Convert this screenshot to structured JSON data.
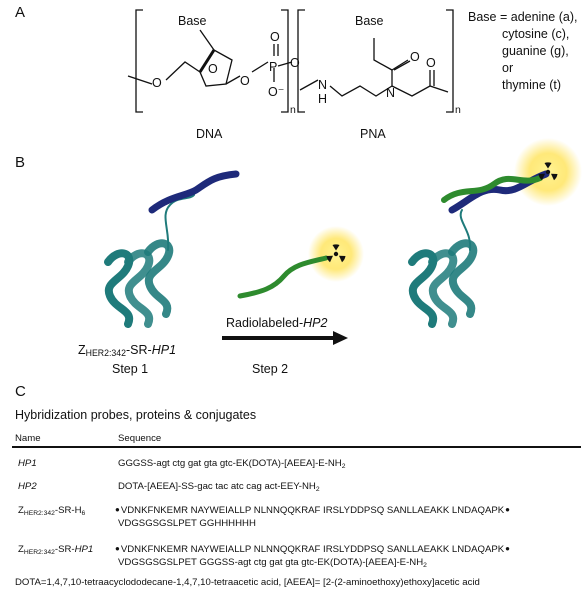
{
  "panels": {
    "a": "A",
    "b": "B",
    "c": "C"
  },
  "panel_a": {
    "dna_label": "DNA",
    "pna_label": "PNA",
    "dna_base": "Base",
    "pna_base": "Base",
    "repeat_n": "n",
    "atoms": {
      "o": "O",
      "p": "P",
      "o_minus": "O⁻",
      "n": "N",
      "h": "H"
    },
    "base_key": {
      "line1": "Base = adenine (a),",
      "line2": "cytosine (c),",
      "line3": "guanine (g),",
      "line4": "or",
      "line5": "thymine (t)"
    }
  },
  "panel_b": {
    "conjugate_main": "Z",
    "conjugate_sub": "HER2:342",
    "conjugate_rest": "-SR-",
    "conjugate_probe": "HP1",
    "radiolabeled_prefix": "Radiolabeled-",
    "radiolabeled_probe": "HP2",
    "step1": "Step 1",
    "step2": "Step 2"
  },
  "panel_c": {
    "title": "Hybridization probes, proteins & conjugates",
    "col_name": "Name",
    "col_sequence": "Sequence",
    "rows": [
      {
        "name": "HP1",
        "seq1": "GGGSS-agt ctg gat gta gtc-EK(DOTA)-[AEEA]-E-NH",
        "seq1_sub": "2"
      },
      {
        "name": "HP2",
        "seq1": "DOTA-[AEEA]-SS-gac tac atc cag act-EEY-NH",
        "seq1_sub": "2"
      },
      {
        "name_main": "Z",
        "name_sub": "HER2:342",
        "name_rest": "-SR-H",
        "name_sub2": "6",
        "seq1": "VDNKFNKEMR NAYWEIALLP NLNNQQKRAF IRSLYDDPSQ SANLLAEAKK LNDAQAPK",
        "seq2": "VDGSGSGSLPET GGHHHHHH"
      },
      {
        "name_main": "Z",
        "name_sub": "HER2:342",
        "name_rest": "-SR-",
        "name_probe": "HP1",
        "seq1": "VDNKFNKEMR NAYWEIALLP NLNNQQKRAF IRSLYDDPSQ SANLLAEAKK LNDAQAPK",
        "seq2": "VDGSGSGSLPET GGGSS-agt ctg gat gta gtc-EK(DOTA)-[AEEA]-E-NH",
        "seq2_sub": "2"
      }
    ],
    "footnote": "DOTA=1,4,7,10-tetraacyclododecane-1,4,7,10-tetraacetic acid, [AEEA]= [2-(2-aminoethoxy)ethoxy]acetic acid"
  },
  "colors": {
    "dna_strand": "#1e2a7a",
    "pna_strand": "#2e8b2e",
    "protein": "#1f7b7b",
    "glow": "#ffe14d",
    "radiation": "#111111"
  }
}
